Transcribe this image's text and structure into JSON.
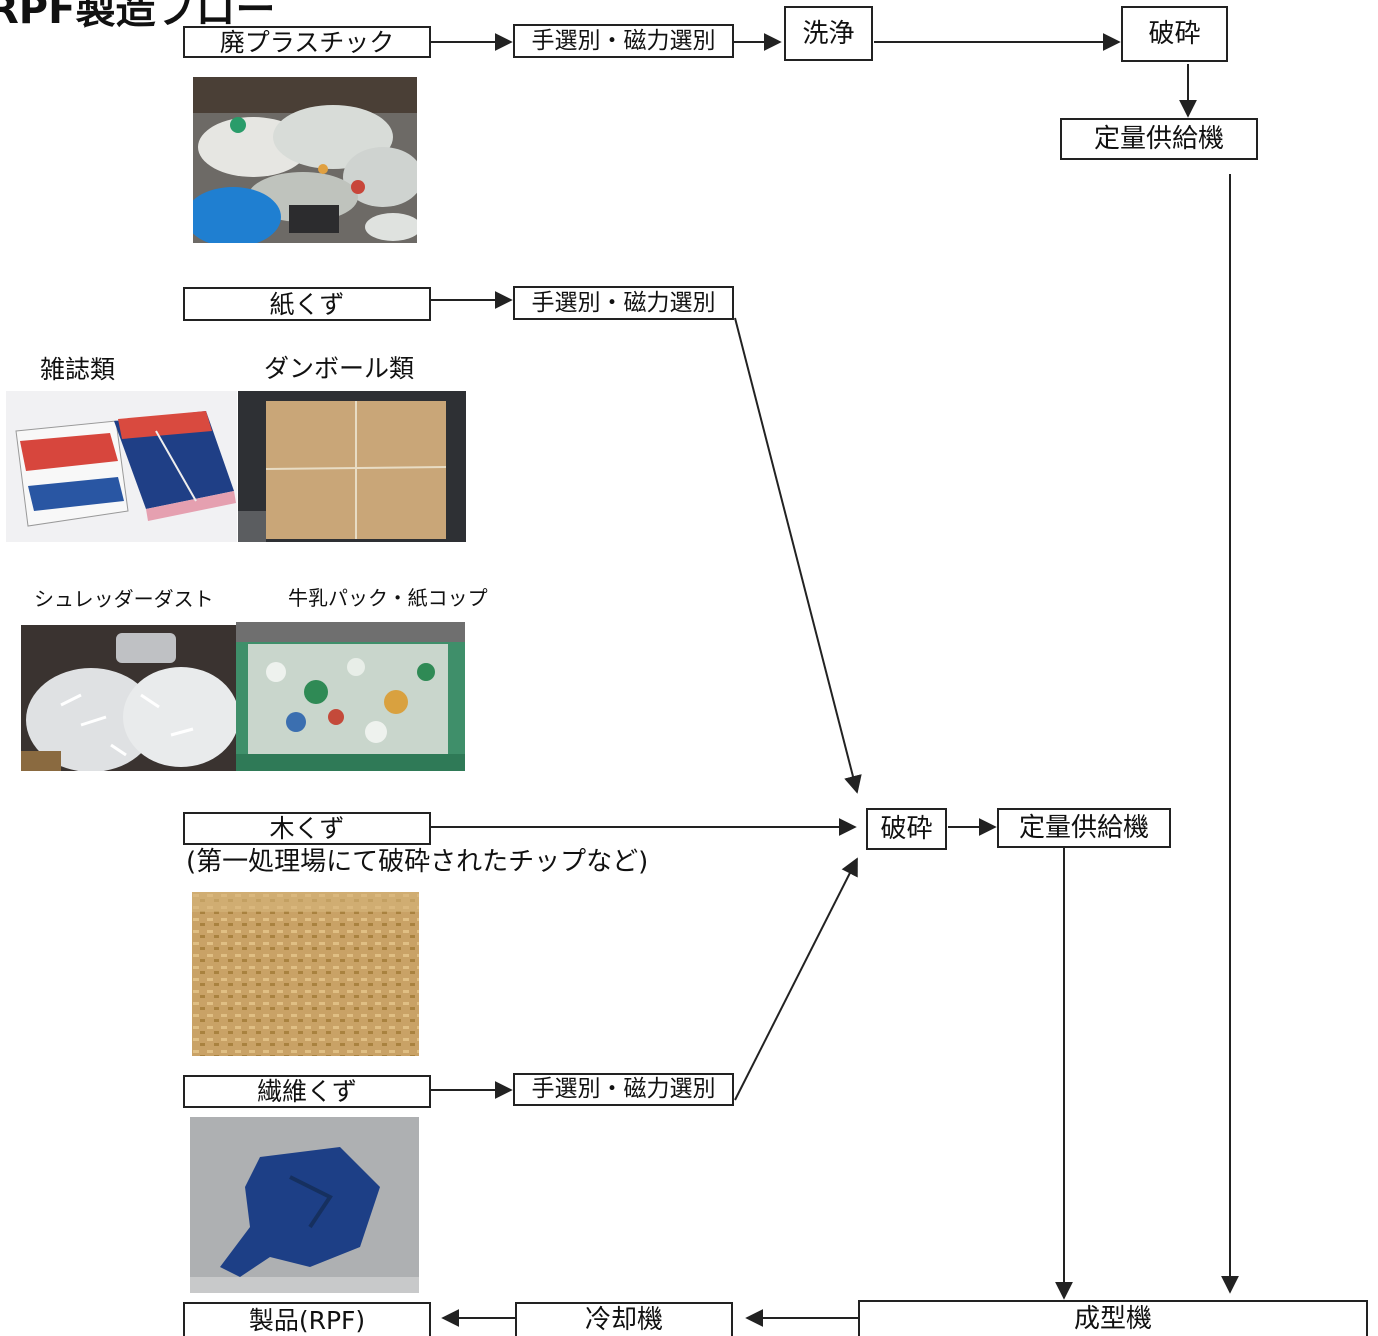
{
  "title": "RPF製造フロー",
  "nodes": {
    "plastic": "廃プラスチック",
    "plastic_sort": "手選別・磁力選別",
    "wash": "洗浄",
    "plastic_crush": "破砕",
    "plastic_feeder": "定量供給機",
    "paper": "紙くず",
    "paper_sort": "手選別・磁力選別",
    "wood": "木くず",
    "crush": "破砕",
    "feeder": "定量供給機",
    "fiber": "繊維くず",
    "fiber_sort": "手選別・磁力選別",
    "product": "製品(RPF)",
    "cooler": "冷却機",
    "molder": "成型機"
  },
  "captions": {
    "magazines": "雑誌類",
    "cardboard": "ダンボール類",
    "shredder_dust": "シュレッダーダスト",
    "milk_pack": "牛乳パック・紙コップ",
    "wood_note": "(第一処理場にて破砕されたチップなど)"
  },
  "colors": {
    "line": "#222222",
    "plastic_blue": "#1f7fd1",
    "cardboard": "#c9a678",
    "wood_chips": "#c9a266",
    "fabric_blue": "#1d3f86",
    "bin_green": "#3f8f6a"
  }
}
